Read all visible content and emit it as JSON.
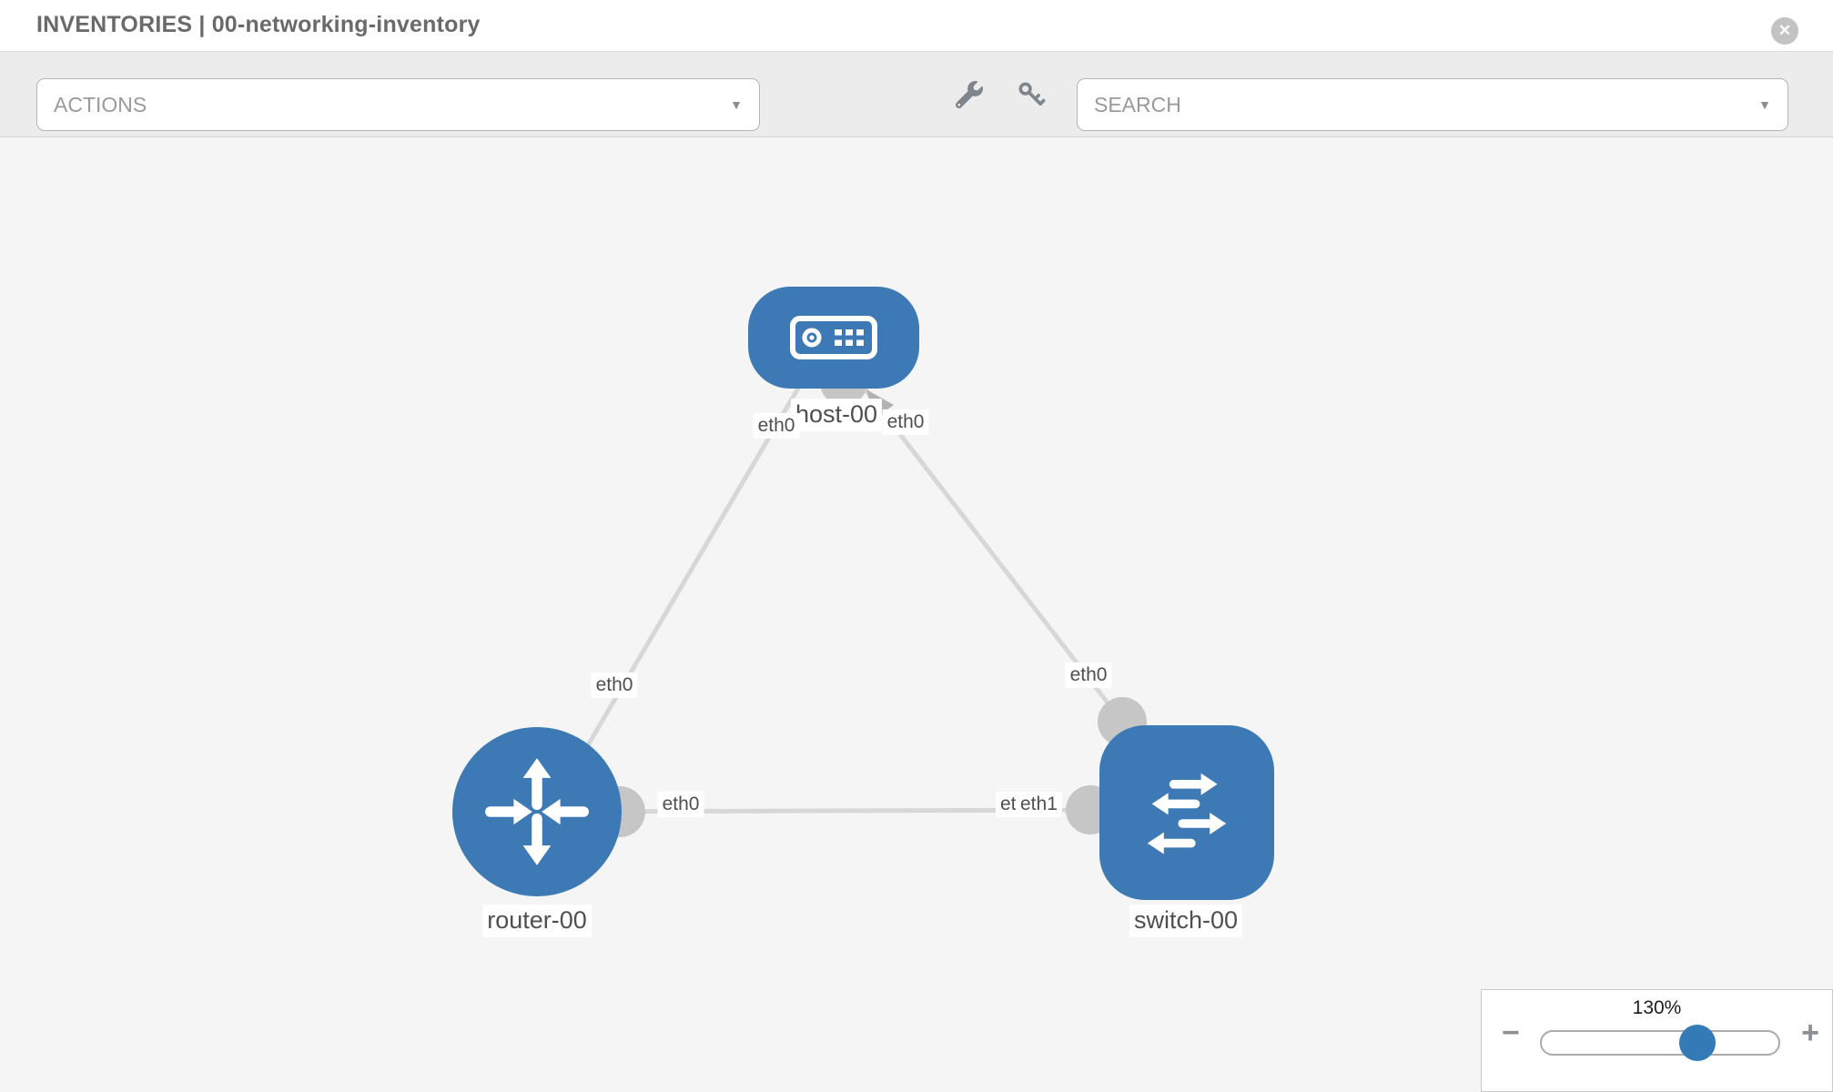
{
  "header": {
    "title": "INVENTORIES | 00-networking-inventory",
    "close_label": "✕"
  },
  "toolbar": {
    "actions_placeholder": "ACTIONS",
    "search_placeholder": "SEARCH",
    "caret_glyph": "▼",
    "icons": [
      "wrench-icon",
      "key-icon"
    ]
  },
  "topology": {
    "nodes": [
      {
        "id": "host-00",
        "type": "host",
        "label": "host-00"
      },
      {
        "id": "router-00",
        "type": "router",
        "label": "router-00"
      },
      {
        "id": "switch-00",
        "type": "switch",
        "label": "switch-00"
      }
    ],
    "links": [
      {
        "from": "host-00",
        "to": "router-00",
        "from_if": "eth0",
        "to_if": "eth0"
      },
      {
        "from": "host-00",
        "to": "switch-00",
        "from_if": "eth0",
        "to_if": "eth0"
      },
      {
        "from": "router-00",
        "to": "switch-00",
        "from_if": "eth0",
        "to_if": "eth1",
        "overlapped_if": "eth0"
      }
    ]
  },
  "zoom_control": {
    "level": "130%",
    "minus_label": "−",
    "plus_label": "+",
    "thumb_position_pct": 65
  },
  "colors": {
    "node_blue": "#3d7ab5",
    "thumb_blue": "#337ab7",
    "link_gray": "#d7d7d7",
    "connector_gray": "#c6c6c6",
    "toolbar_bg": "#ececec",
    "canvas_bg": "#f5f5f5",
    "title_gray": "#6a6a6a"
  }
}
